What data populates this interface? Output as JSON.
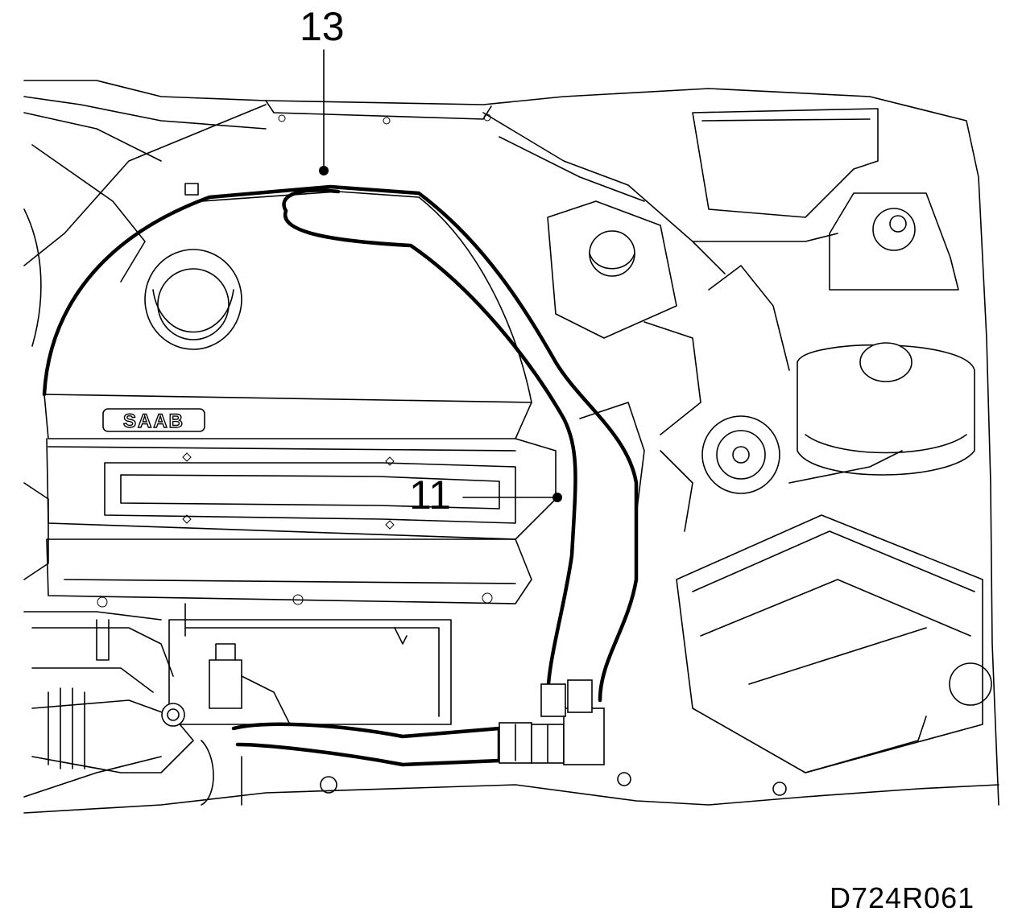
{
  "figure": {
    "id": "D724R061",
    "brand_mark": "SAAB"
  },
  "callouts": [
    {
      "number": "13",
      "target": "engine cover outline"
    },
    {
      "number": "11",
      "target": "hose routing"
    }
  ],
  "colors": {
    "ink": "#000000",
    "paper": "#ffffff"
  }
}
